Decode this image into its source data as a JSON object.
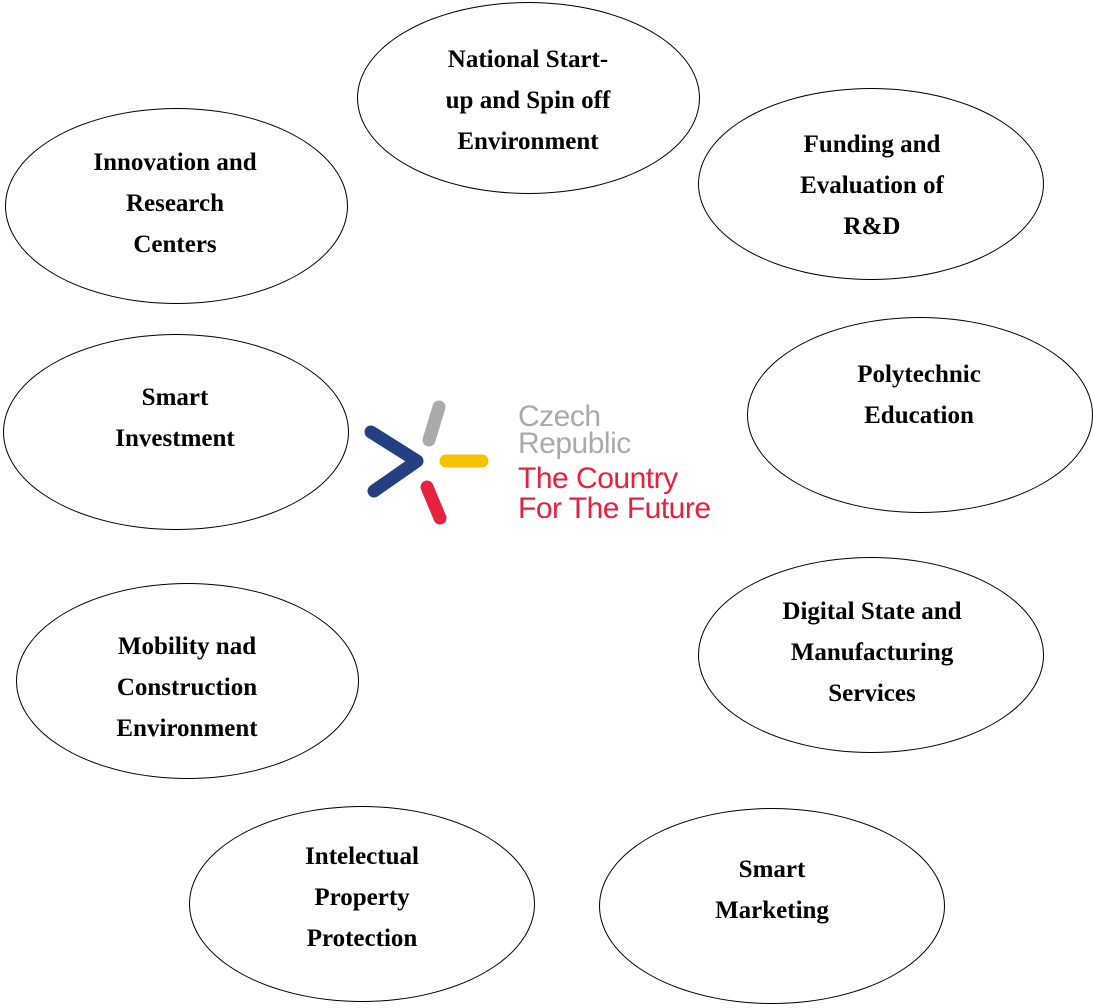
{
  "nodes": [
    {
      "id": "innovation",
      "lines": [
        "Innovation and",
        "Research",
        "Centers"
      ]
    },
    {
      "id": "startup",
      "lines": [
        "National Start-",
        "up and Spin off",
        "Environment"
      ]
    },
    {
      "id": "funding",
      "lines": [
        "Funding and",
        "Evaluation of",
        "R&D"
      ]
    },
    {
      "id": "investment",
      "lines": [
        "Smart",
        "Investment"
      ]
    },
    {
      "id": "polytechnic",
      "lines": [
        "Polytechnic",
        "Education"
      ]
    },
    {
      "id": "mobility",
      "lines": [
        "Mobility nad",
        "Construction",
        "Environment"
      ]
    },
    {
      "id": "digital",
      "lines": [
        "Digital State and",
        "Manufacturing",
        "Services"
      ]
    },
    {
      "id": "ip",
      "lines": [
        "Intelectual",
        "Property",
        "Protection"
      ]
    },
    {
      "id": "marketing",
      "lines": [
        "Smart",
        "Marketing"
      ]
    }
  ],
  "logo": {
    "line1": "Czech",
    "line2": "Republic",
    "line3": "The Country",
    "line4": "For The Future",
    "colors": {
      "grey": "#a9aaac",
      "blue": "#244082",
      "yellow": "#f4c400",
      "red": "#e7223f"
    }
  }
}
